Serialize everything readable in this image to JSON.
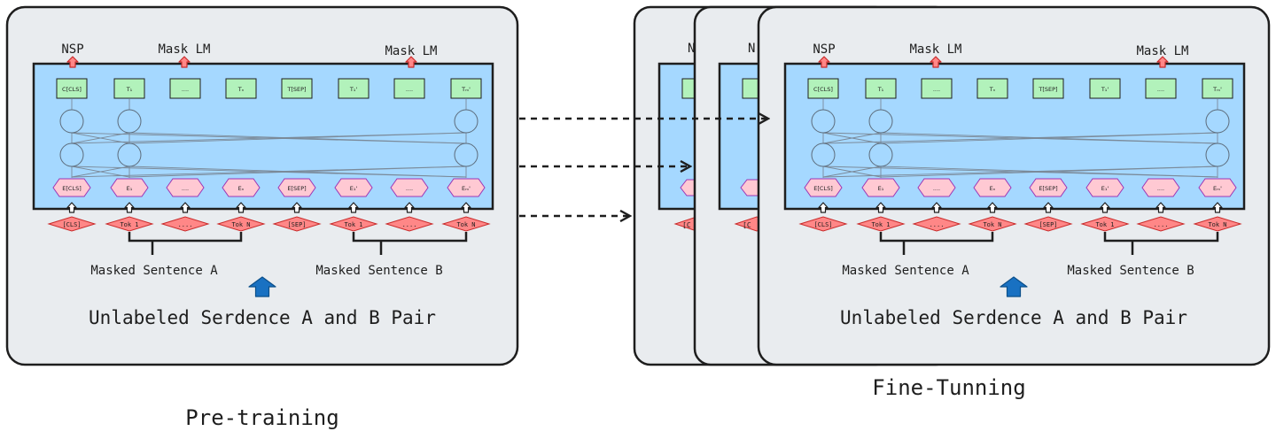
{
  "panel": {
    "heads": {
      "nsp": "NSP",
      "mask_lm_1": "Mask LM",
      "mask_lm_2": "Mask LM"
    },
    "outputs": [
      "C[CLS]",
      "T₁",
      "....",
      "Tₙ",
      "T[SEP]",
      "T₁'",
      "....",
      "Tₘ'"
    ],
    "embeddings": [
      "E[CLS]",
      "E₁",
      "....",
      "Eₙ",
      "E[SEP]",
      "E₁'",
      "....",
      "Eₘ'"
    ],
    "tokens": [
      "[CLS]",
      "Tok 1",
      "....",
      "Tok N",
      "[SEP]",
      "Tok 1",
      "....",
      "Tok N"
    ],
    "sentence_a": "Masked Sentence A",
    "sentence_b": "Masked Sentence B",
    "input_label": "Unlabeled Serdence A and B Pair"
  },
  "captions": {
    "pretraining": "Pre-training",
    "finetuning": "Fine-Tunning"
  },
  "back_panels": {
    "peek_label_1": "N",
    "peek_label_2": "N",
    "peek_token_1": "[C",
    "peek_token_2": "[C"
  },
  "colors": {
    "panel_bg": "#e9ecef",
    "transformer_bg": "#a5d8ff",
    "output_box": "#b2f2bb",
    "embedding": "#ffc9d3",
    "token": "#ff8787",
    "up_arrow": "#1971c2",
    "head_arrow": "#ff8787"
  }
}
